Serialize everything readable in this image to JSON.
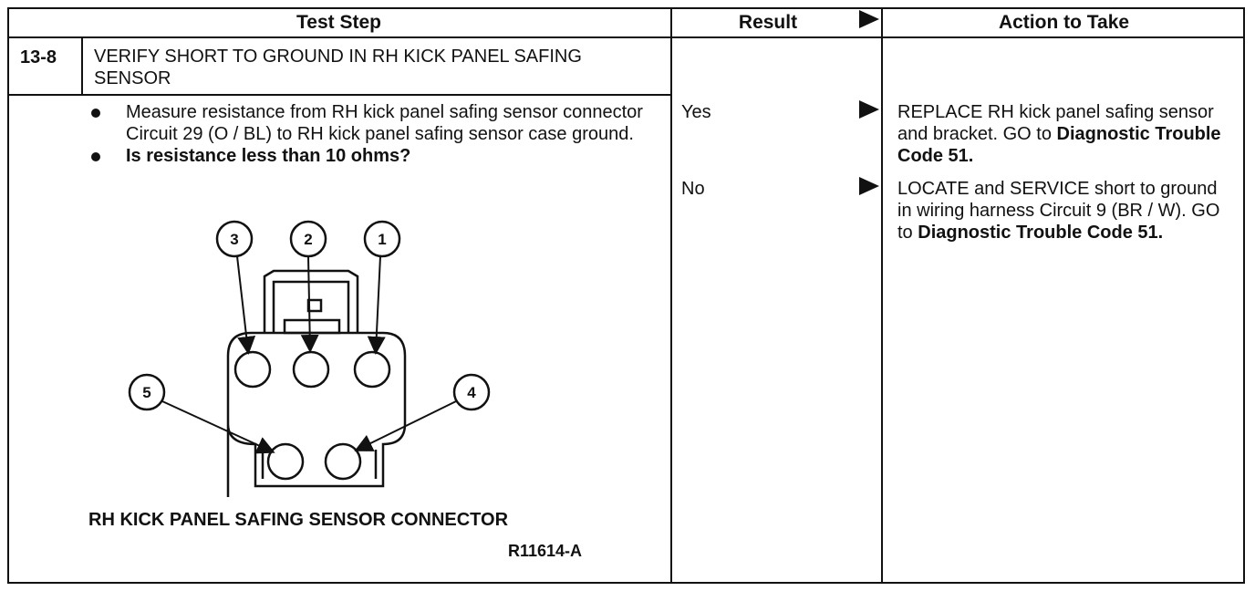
{
  "headers": {
    "test_step": "Test Step",
    "result": "Result",
    "action": "Action to Take"
  },
  "step": {
    "number": "13-8",
    "title": "VERIFY SHORT TO GROUND IN RH KICK PANEL SAFING SENSOR",
    "bullets": [
      "Measure resistance from RH kick panel safing sensor connector Circuit 29 (O / BL) to RH kick panel safing sensor case ground.",
      "Is resistance less than 10 ohms?"
    ]
  },
  "rows": [
    {
      "result": "Yes",
      "action_prefix": "REPLACE RH kick panel safing sensor and bracket. GO to ",
      "action_bold": "Diagnostic Trouble Code 51."
    },
    {
      "result": "No",
      "action_prefix": "LOCATE and SERVICE short to ground in wiring harness Circuit 9 (BR / W). GO to ",
      "action_bold": "Diagnostic Trouble Code 51."
    }
  ],
  "diagram": {
    "pin_labels": [
      "1",
      "2",
      "3",
      "4",
      "5"
    ],
    "caption": "RH KICK PANEL SAFING SENSOR CONNECTOR",
    "figure_id": "R11614-A"
  }
}
